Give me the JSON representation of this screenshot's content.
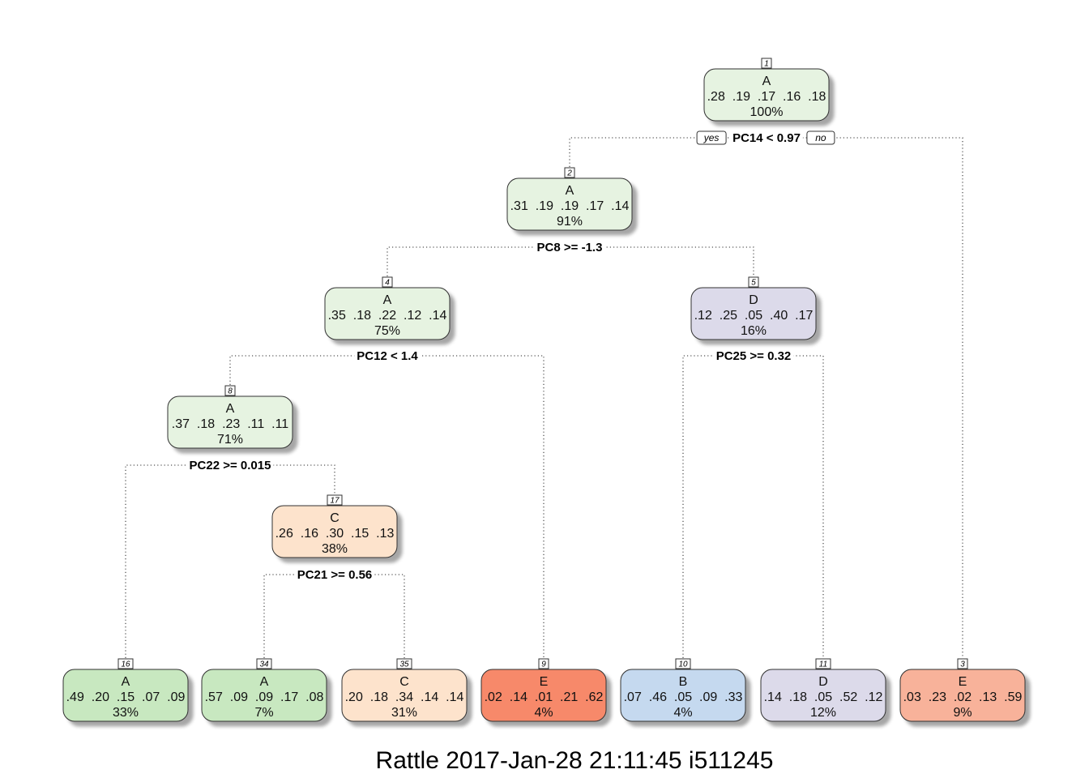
{
  "footer": "Rattle 2017-Jan-28 21:11:45 i511245",
  "branch_labels": {
    "yes": "yes",
    "no": "no"
  },
  "colors": {
    "A_light": "#e6f3e1",
    "A_dark": "#c8e8c0",
    "C": "#fde3cc",
    "E_red": "#f7896b",
    "E_salmon": "#f8b29a",
    "B": "#c5d9ef",
    "D": "#dcdaea"
  },
  "nodes": [
    {
      "id": "1",
      "class": "A",
      "probs": ".28  .19  .17  .16  .18",
      "pct": "100%",
      "color": "#e6f3e1",
      "split": "PC14 < 0.97"
    },
    {
      "id": "2",
      "class": "A",
      "probs": ".31  .19  .19  .17  .14",
      "pct": "91%",
      "color": "#e6f3e1",
      "split": "PC8 >= -1.3"
    },
    {
      "id": "4",
      "class": "A",
      "probs": ".35  .18  .22  .12  .14",
      "pct": "75%",
      "color": "#e6f3e1",
      "split": "PC12 < 1.4"
    },
    {
      "id": "5",
      "class": "D",
      "probs": ".12  .25  .05  .40  .17",
      "pct": "16%",
      "color": "#dcdaea",
      "split": "PC25 >= 0.32"
    },
    {
      "id": "8",
      "class": "A",
      "probs": ".37  .18  .23  .11  .11",
      "pct": "71%",
      "color": "#e6f3e1",
      "split": "PC22 >= 0.015"
    },
    {
      "id": "17",
      "class": "C",
      "probs": ".26  .16  .30  .15  .13",
      "pct": "38%",
      "color": "#fde3cc",
      "split": "PC21 >= 0.56"
    },
    {
      "id": "16",
      "class": "A",
      "probs": ".49  .20  .15  .07  .09",
      "pct": "33%",
      "color": "#c8e8c0",
      "split": ""
    },
    {
      "id": "34",
      "class": "A",
      "probs": ".57  .09  .09  .17  .08",
      "pct": "7%",
      "color": "#c8e8c0",
      "split": ""
    },
    {
      "id": "35",
      "class": "C",
      "probs": ".20  .18  .34  .14  .14",
      "pct": "31%",
      "color": "#fde3cc",
      "split": ""
    },
    {
      "id": "9",
      "class": "E",
      "probs": ".02  .14  .01  .21  .62",
      "pct": "4%",
      "color": "#f7896b",
      "split": ""
    },
    {
      "id": "10",
      "class": "B",
      "probs": ".07  .46  .05  .09  .33",
      "pct": "4%",
      "color": "#c5d9ef",
      "split": ""
    },
    {
      "id": "11",
      "class": "D",
      "probs": ".14  .18  .05  .52  .12",
      "pct": "12%",
      "color": "#dcdaea",
      "split": ""
    },
    {
      "id": "3",
      "class": "E",
      "probs": ".03  .23  .02  .13  .59",
      "pct": "9%",
      "color": "#f8b29a",
      "split": ""
    }
  ]
}
